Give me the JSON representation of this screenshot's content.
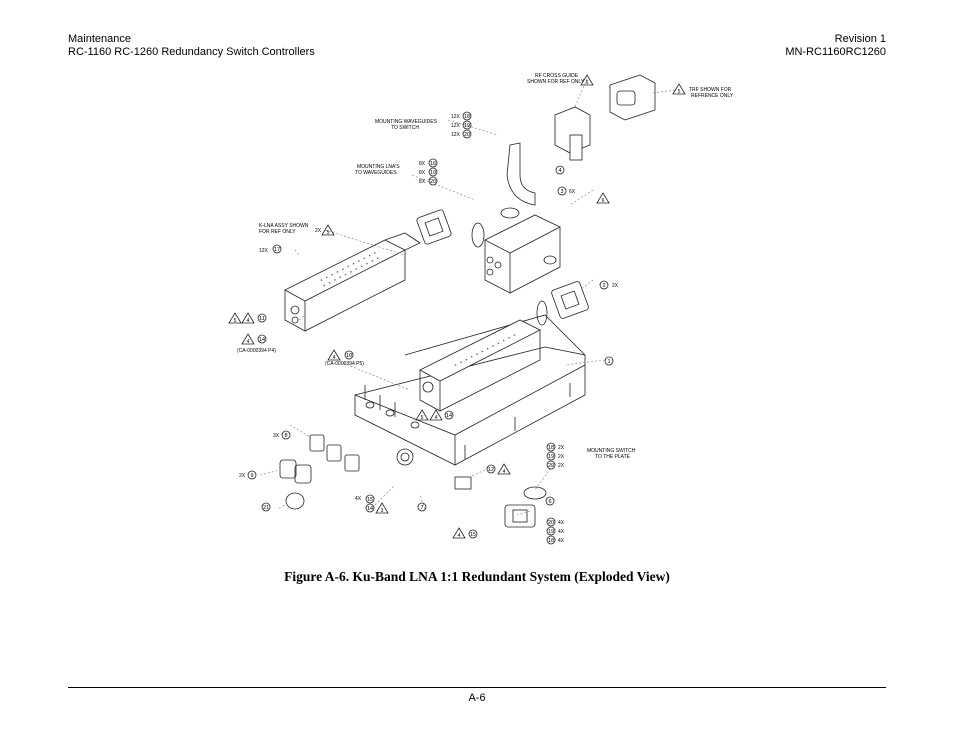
{
  "header": {
    "left_line1": "Maintenance",
    "left_line2": "RC-1160 RC-1260 Redundancy Switch Controllers",
    "right_line1": "Revision 1",
    "right_line2": "MN-RC1160RC1260"
  },
  "drawing": {
    "notes": {
      "rf_cross_guide": [
        "RF CROSS GUIDE",
        "SHOWN FOR REF ONLY"
      ],
      "trf": [
        "TRF SHOWN FOR",
        "REFRENCE ONLY"
      ],
      "mounting_waveguides": [
        "MOUNTING WAVEGUIDES",
        "TO SWITCH"
      ],
      "mounting_lnas": [
        "MOUNTING LNA'S",
        "TO WAVEGUIDES"
      ],
      "lna_assy": [
        "K-LNA ASSY SHOWN",
        "FOR REF ONLY"
      ],
      "mounting_switch": [
        "MOUNTING SWITCH",
        "TO THE PLATE"
      ],
      "part_p4": "(CA-0000394 P4)",
      "part_p5": "(CA-0000394 P5)"
    },
    "qty": {
      "q12x": "12X",
      "q8x": "8X",
      "q2x": "2X",
      "q6x": "6X",
      "q3x": "3X",
      "q4x": "4X"
    },
    "balloons": {
      "b1": "1",
      "b2": "2",
      "b3": "3",
      "b4": "4",
      "b5": "5",
      "b6": "6",
      "b7": "7",
      "b8": "8",
      "b9": "9",
      "b10": "10",
      "b11": "11",
      "b12": "12",
      "b14": "14",
      "b15": "15",
      "b16": "16",
      "b17": "17",
      "b18": "18",
      "b19": "19",
      "b20": "20",
      "b21": "21"
    }
  },
  "caption": "Figure A-6. Ku-Band LNA 1:1 Redundant System (Exploded View)",
  "footer": {
    "page_number": "A-6"
  }
}
